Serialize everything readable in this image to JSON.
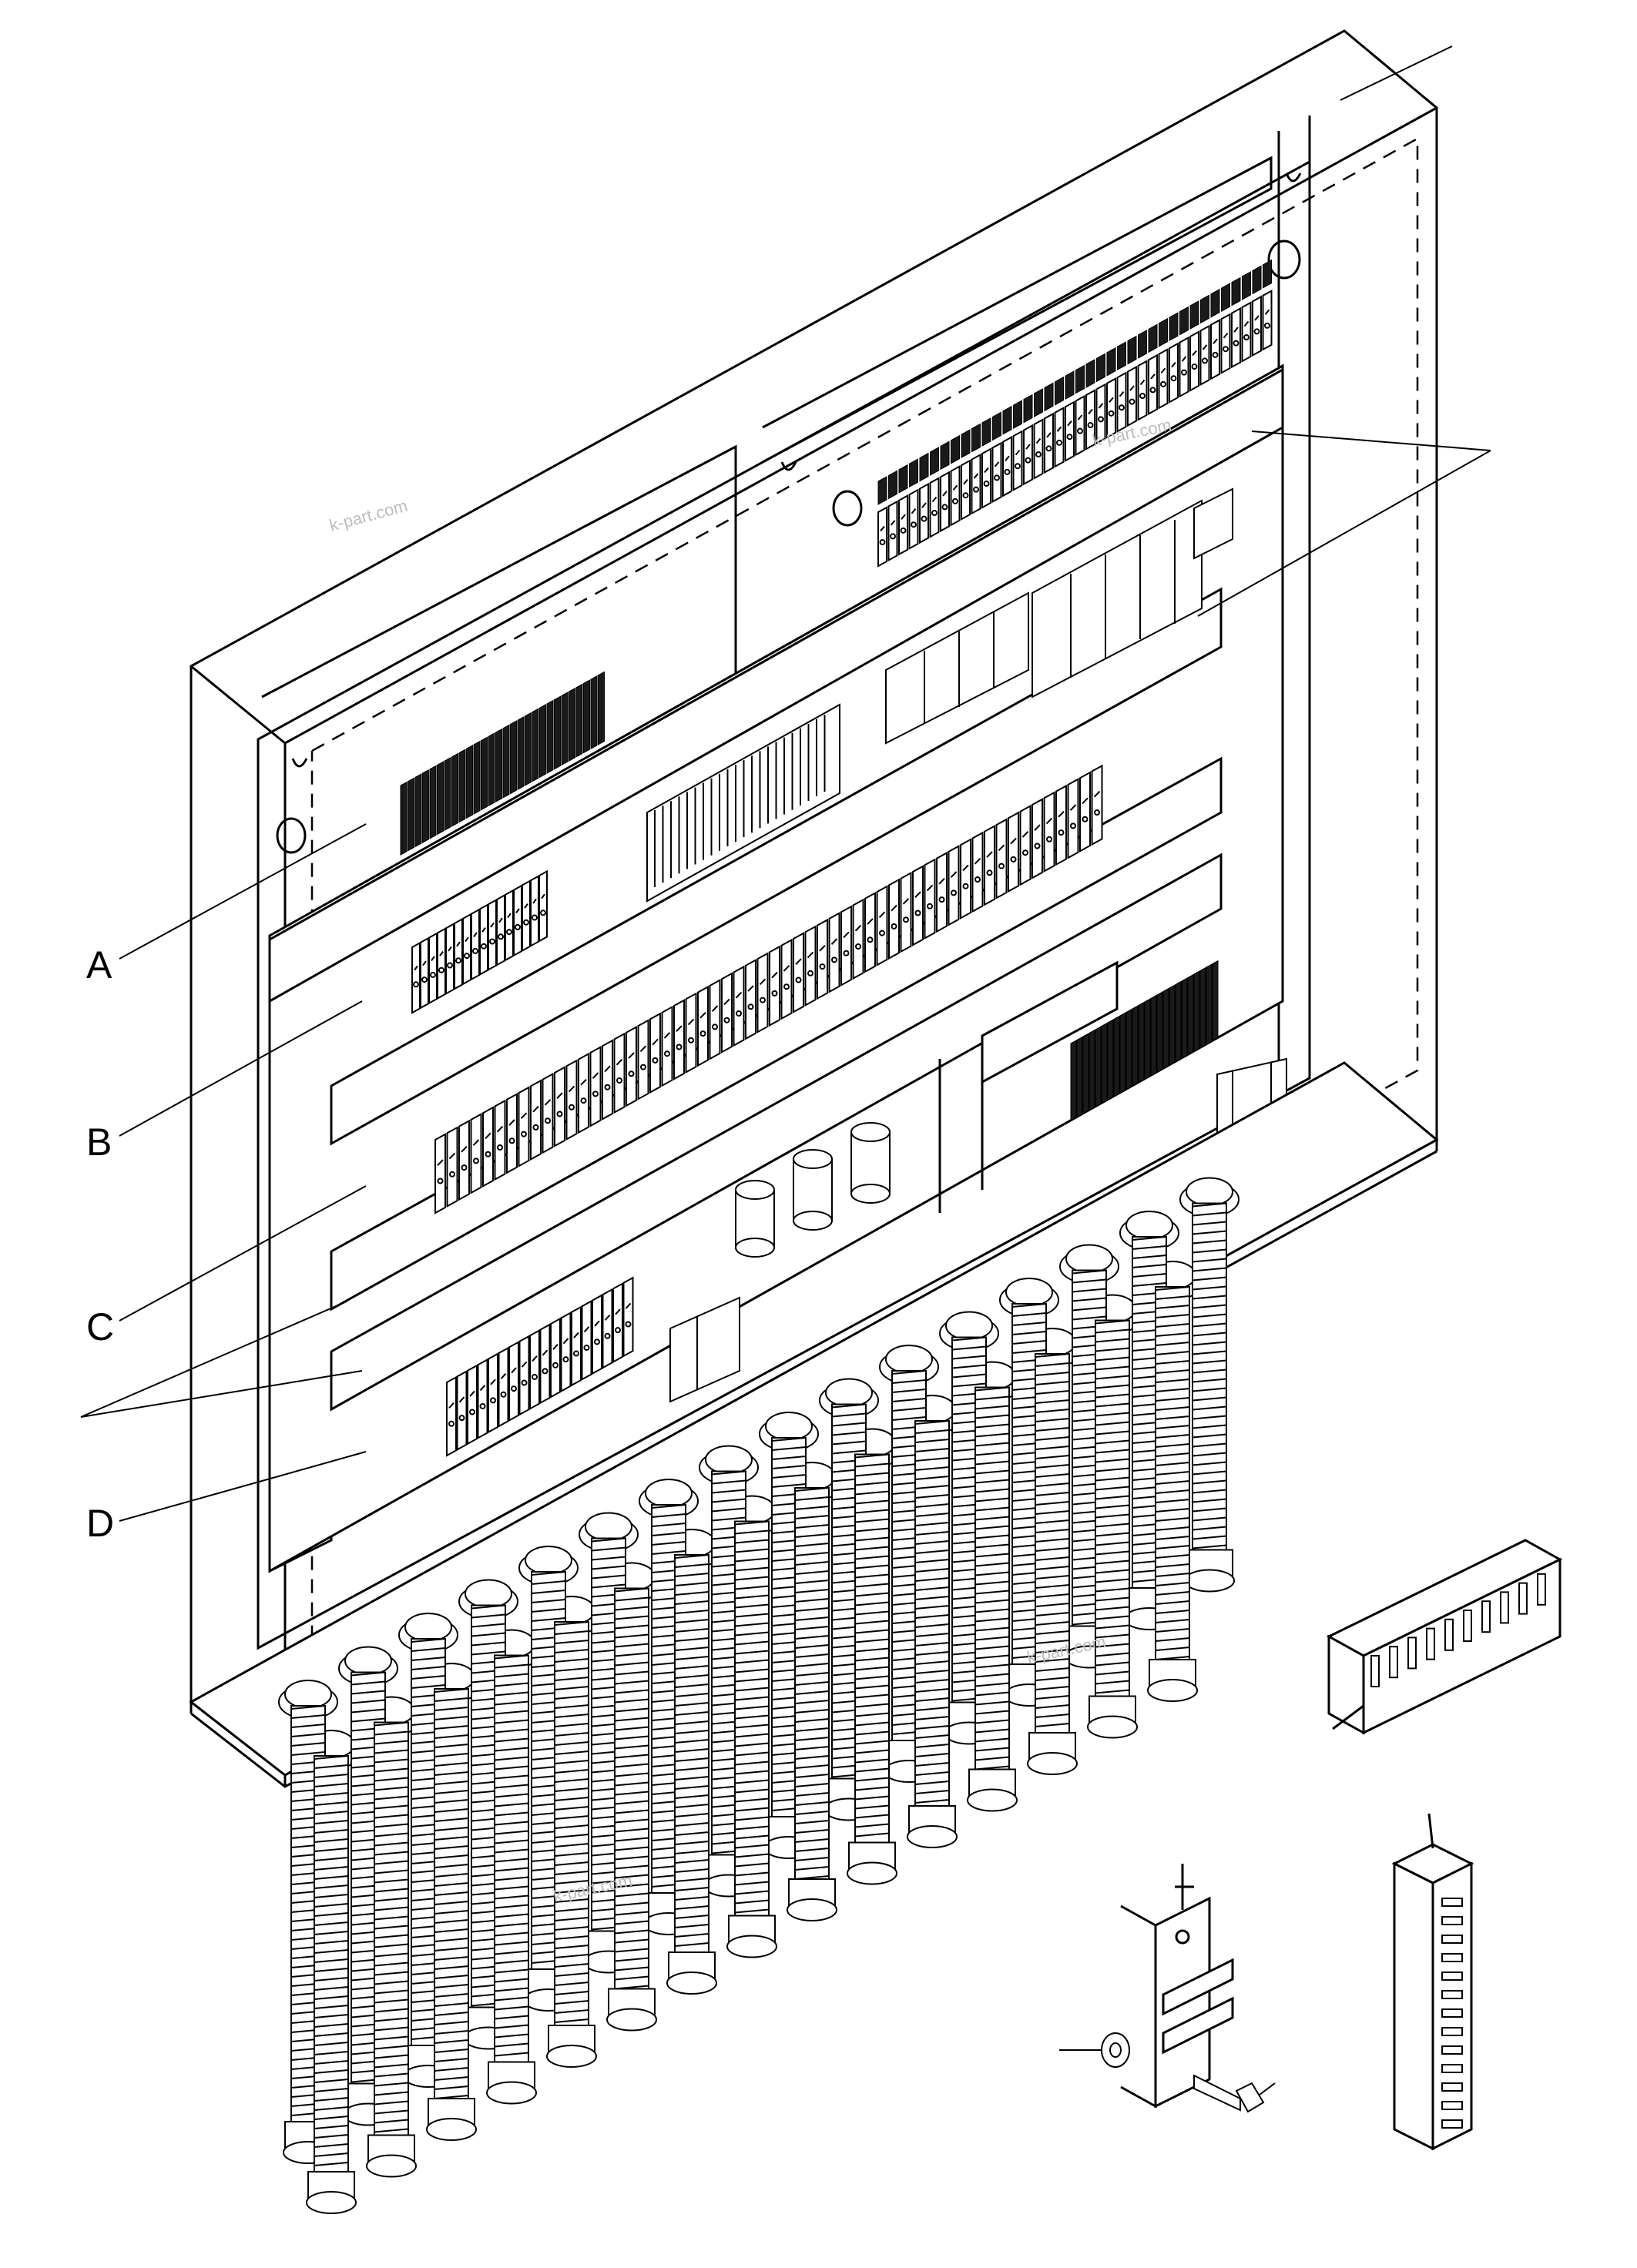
{
  "callouts": [
    {
      "id": "A",
      "label": "A"
    },
    {
      "id": "B",
      "label": "B"
    },
    {
      "id": "C",
      "label": "C"
    },
    {
      "id": "D",
      "label": "D"
    }
  ],
  "watermarks": [
    "k-part.com",
    "k-part.com",
    "k-part.com",
    "k-part.com"
  ],
  "colors": {
    "line": "#000000",
    "background": "#ffffff",
    "watermark": "#bdbdbd"
  }
}
